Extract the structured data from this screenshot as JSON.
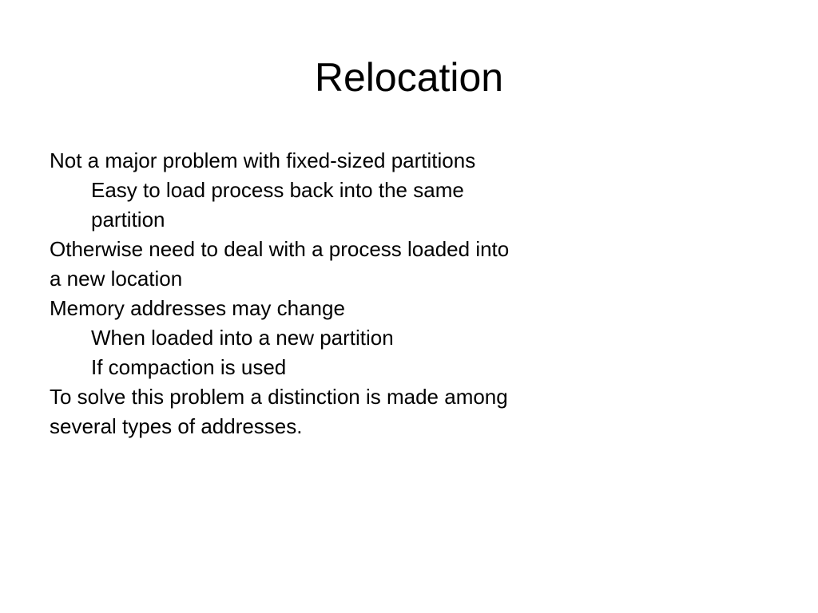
{
  "slide": {
    "title": "Relocation",
    "lines": [
      {
        "text": "Not a major problem with fixed-sized partitions",
        "level": 0
      },
      {
        "text": "Easy to load process back into the same",
        "level": 1
      },
      {
        "text": "partition",
        "level": 1
      },
      {
        "text": "Otherwise need to deal with a process loaded into",
        "level": 0
      },
      {
        "text": "a new location",
        "level": 0
      },
      {
        "text": "Memory addresses may change",
        "level": 0
      },
      {
        "text": "When loaded into a new partition",
        "level": 1
      },
      {
        "text": "If compaction is used",
        "level": 1
      },
      {
        "text": "To solve this problem a distinction is made among",
        "level": 0
      },
      {
        "text": "several types of addresses.",
        "level": 0
      }
    ]
  }
}
